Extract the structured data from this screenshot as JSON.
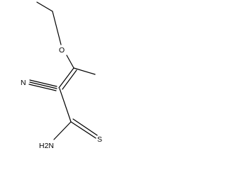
{
  "structure": {
    "atom_labels": {
      "oxygen": "O",
      "nitrile_nitrogen": "N",
      "sulfur": "S",
      "amine_nitrogen": "H2N"
    }
  },
  "colors": {
    "bond": "#000000",
    "label": "#000000",
    "background": "#ffffff"
  }
}
